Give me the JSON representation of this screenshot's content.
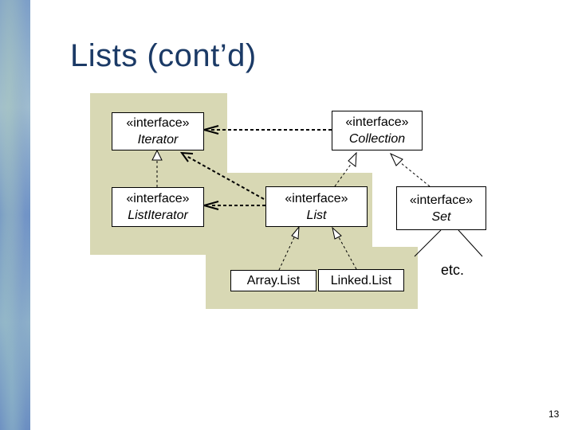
{
  "slide": {
    "title": "Lists (cont’d)",
    "page_number": "13"
  },
  "diagram": {
    "nodes": {
      "iterator": {
        "stereotype": "«interface»",
        "name": "Iterator"
      },
      "collection": {
        "stereotype": "«interface»",
        "name": "Collection"
      },
      "list_iterator": {
        "stereotype": "«interface»",
        "name": "ListIterator"
      },
      "list": {
        "stereotype": "«interface»",
        "name": "List"
      },
      "set": {
        "stereotype": "«interface»",
        "name": "Set"
      },
      "array_list": {
        "name": "Array.List"
      },
      "linked_list": {
        "name": "Linked.List"
      }
    },
    "etc_label": "etc.",
    "colors": {
      "region": "#d8d8b4",
      "title": "#1b3a66"
    }
  }
}
